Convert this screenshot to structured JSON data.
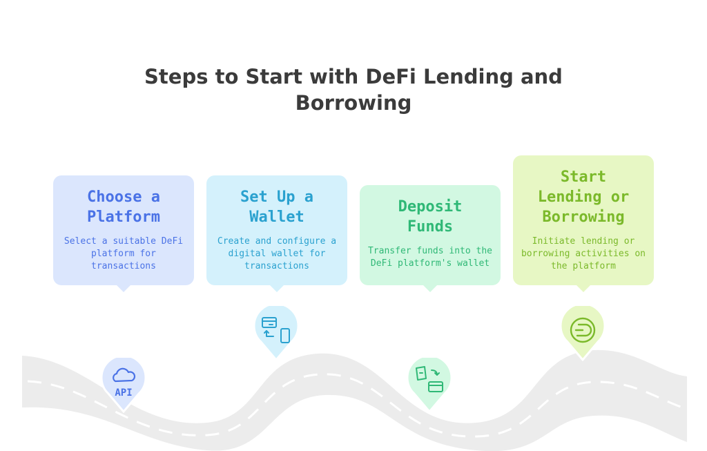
{
  "title": {
    "line1": "Steps to Start with DeFi Lending and",
    "line2": "Borrowing"
  },
  "steps": [
    {
      "title_lines": [
        "Choose a",
        "Platform"
      ],
      "desc_lines": [
        "Select a suitable DeFi",
        "platform for",
        "transactions"
      ],
      "icon": "cloud-api-icon",
      "icon_text": "API",
      "colors": {
        "card": "#dbe6fd",
        "text": "#4a72e6",
        "pin": "#dbe6fd",
        "icon": "#4a72e6"
      }
    },
    {
      "title_lines": [
        "Set Up a",
        "Wallet"
      ],
      "desc_lines": [
        "Create and configure a",
        "digital wallet for",
        "transactions"
      ],
      "icon": "card-to-phone-icon",
      "colors": {
        "card": "#d4f1fc",
        "text": "#2aa1cf",
        "pin": "#d4f1fc",
        "icon": "#2aa1cf"
      }
    },
    {
      "title_lines": [
        "Deposit",
        "Funds"
      ],
      "desc_lines": [
        "Transfer funds into the",
        "DeFi platform's wallet"
      ],
      "icon": "transfer-to-card-icon",
      "colors": {
        "card": "#d2f8e2",
        "text": "#2fb876",
        "pin": "#d2f8e2",
        "icon": "#2fb876"
      }
    },
    {
      "title_lines": [
        "Start",
        "Lending or",
        "Borrowing"
      ],
      "desc_lines": [
        "Initiate lending or",
        "borrowing activities on",
        "the platform"
      ],
      "icon": "dash-coin-icon",
      "colors": {
        "card": "#e7f7c4",
        "text": "#7bb92a",
        "pin": "#e7f7c4",
        "icon": "#7bb92a"
      }
    }
  ]
}
